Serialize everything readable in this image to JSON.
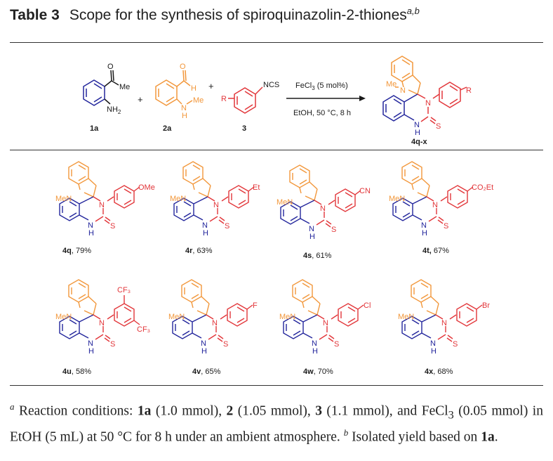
{
  "caption": {
    "table_no": "Table 3",
    "title": "Scope for the synthesis of spiroquinazolin-2-thiones",
    "sup": "a,b"
  },
  "colors": {
    "blue": "#23269c",
    "red": "#e2363a",
    "orange": "#f2973b",
    "black": "#1a1a1a"
  },
  "scheme": {
    "r1": {
      "me": "Me",
      "nh2": "NH",
      "nh2_sub": "2",
      "label": "1a"
    },
    "r2": {
      "h": "H",
      "n": "N",
      "me": "Me",
      "nh": "H",
      "label": "2a"
    },
    "r3": {
      "r": "R",
      "ncs": "NCS",
      "label": "3"
    },
    "plus": "+",
    "conditions_top": "FeCl",
    "conditions_top_sub": "3",
    "conditions_top_rest": " (5 mol%)",
    "conditions_bottom": "EtOH, 50 °C, 8 h",
    "product": {
      "me": "Me",
      "n_top": "N",
      "n_right": "N",
      "r": "R",
      "nh": "N",
      "h": "H",
      "s": "S",
      "label": "4q-x"
    }
  },
  "products": [
    {
      "id": "4q",
      "yield": ", 79%",
      "sub": "OMe",
      "extra": ""
    },
    {
      "id": "4r",
      "yield": ", 63%",
      "sub": "Et",
      "extra": ""
    },
    {
      "id": "4s",
      "yield": ", 61%",
      "sub": "CN",
      "extra": ""
    },
    {
      "id": "4t,",
      "yield": " 67%",
      "sub": "CO₂Et",
      "extra": ""
    },
    {
      "id": "4u",
      "yield": ", 58%",
      "sub": "CF₃",
      "extra": "CF₃"
    },
    {
      "id": "4v",
      "yield": ", 65%",
      "sub": "F",
      "extra": ""
    },
    {
      "id": "4w",
      "yield": ", 70%",
      "sub": "Cl",
      "extra": ""
    },
    {
      "id": "4x",
      "yield": ", 68%",
      "sub": "Br",
      "extra": ""
    }
  ],
  "common": {
    "men": "MeN",
    "n": "N",
    "nh_n": "N",
    "nh_h": "H",
    "s": "S"
  },
  "footnotes": {
    "a_mark": "a",
    "a_text_1": " Reaction conditions: ",
    "a_1a": "1a",
    "a_text_2": " (1.0 mmol), ",
    "a_2": "2",
    "a_text_3": " (1.05 mmol), ",
    "a_3": "3",
    "a_text_4": " (1.1 mmol), and FeCl",
    "a_sub3": "3",
    "a_text_5": " (0.05 mmol) in EtOH (5 mL) at 50 °C for 8 h under an ambient atmosphere. ",
    "b_mark": "b",
    "b_text_1": " Isolated yield based on ",
    "b_1a": "1a",
    "b_end": "."
  }
}
